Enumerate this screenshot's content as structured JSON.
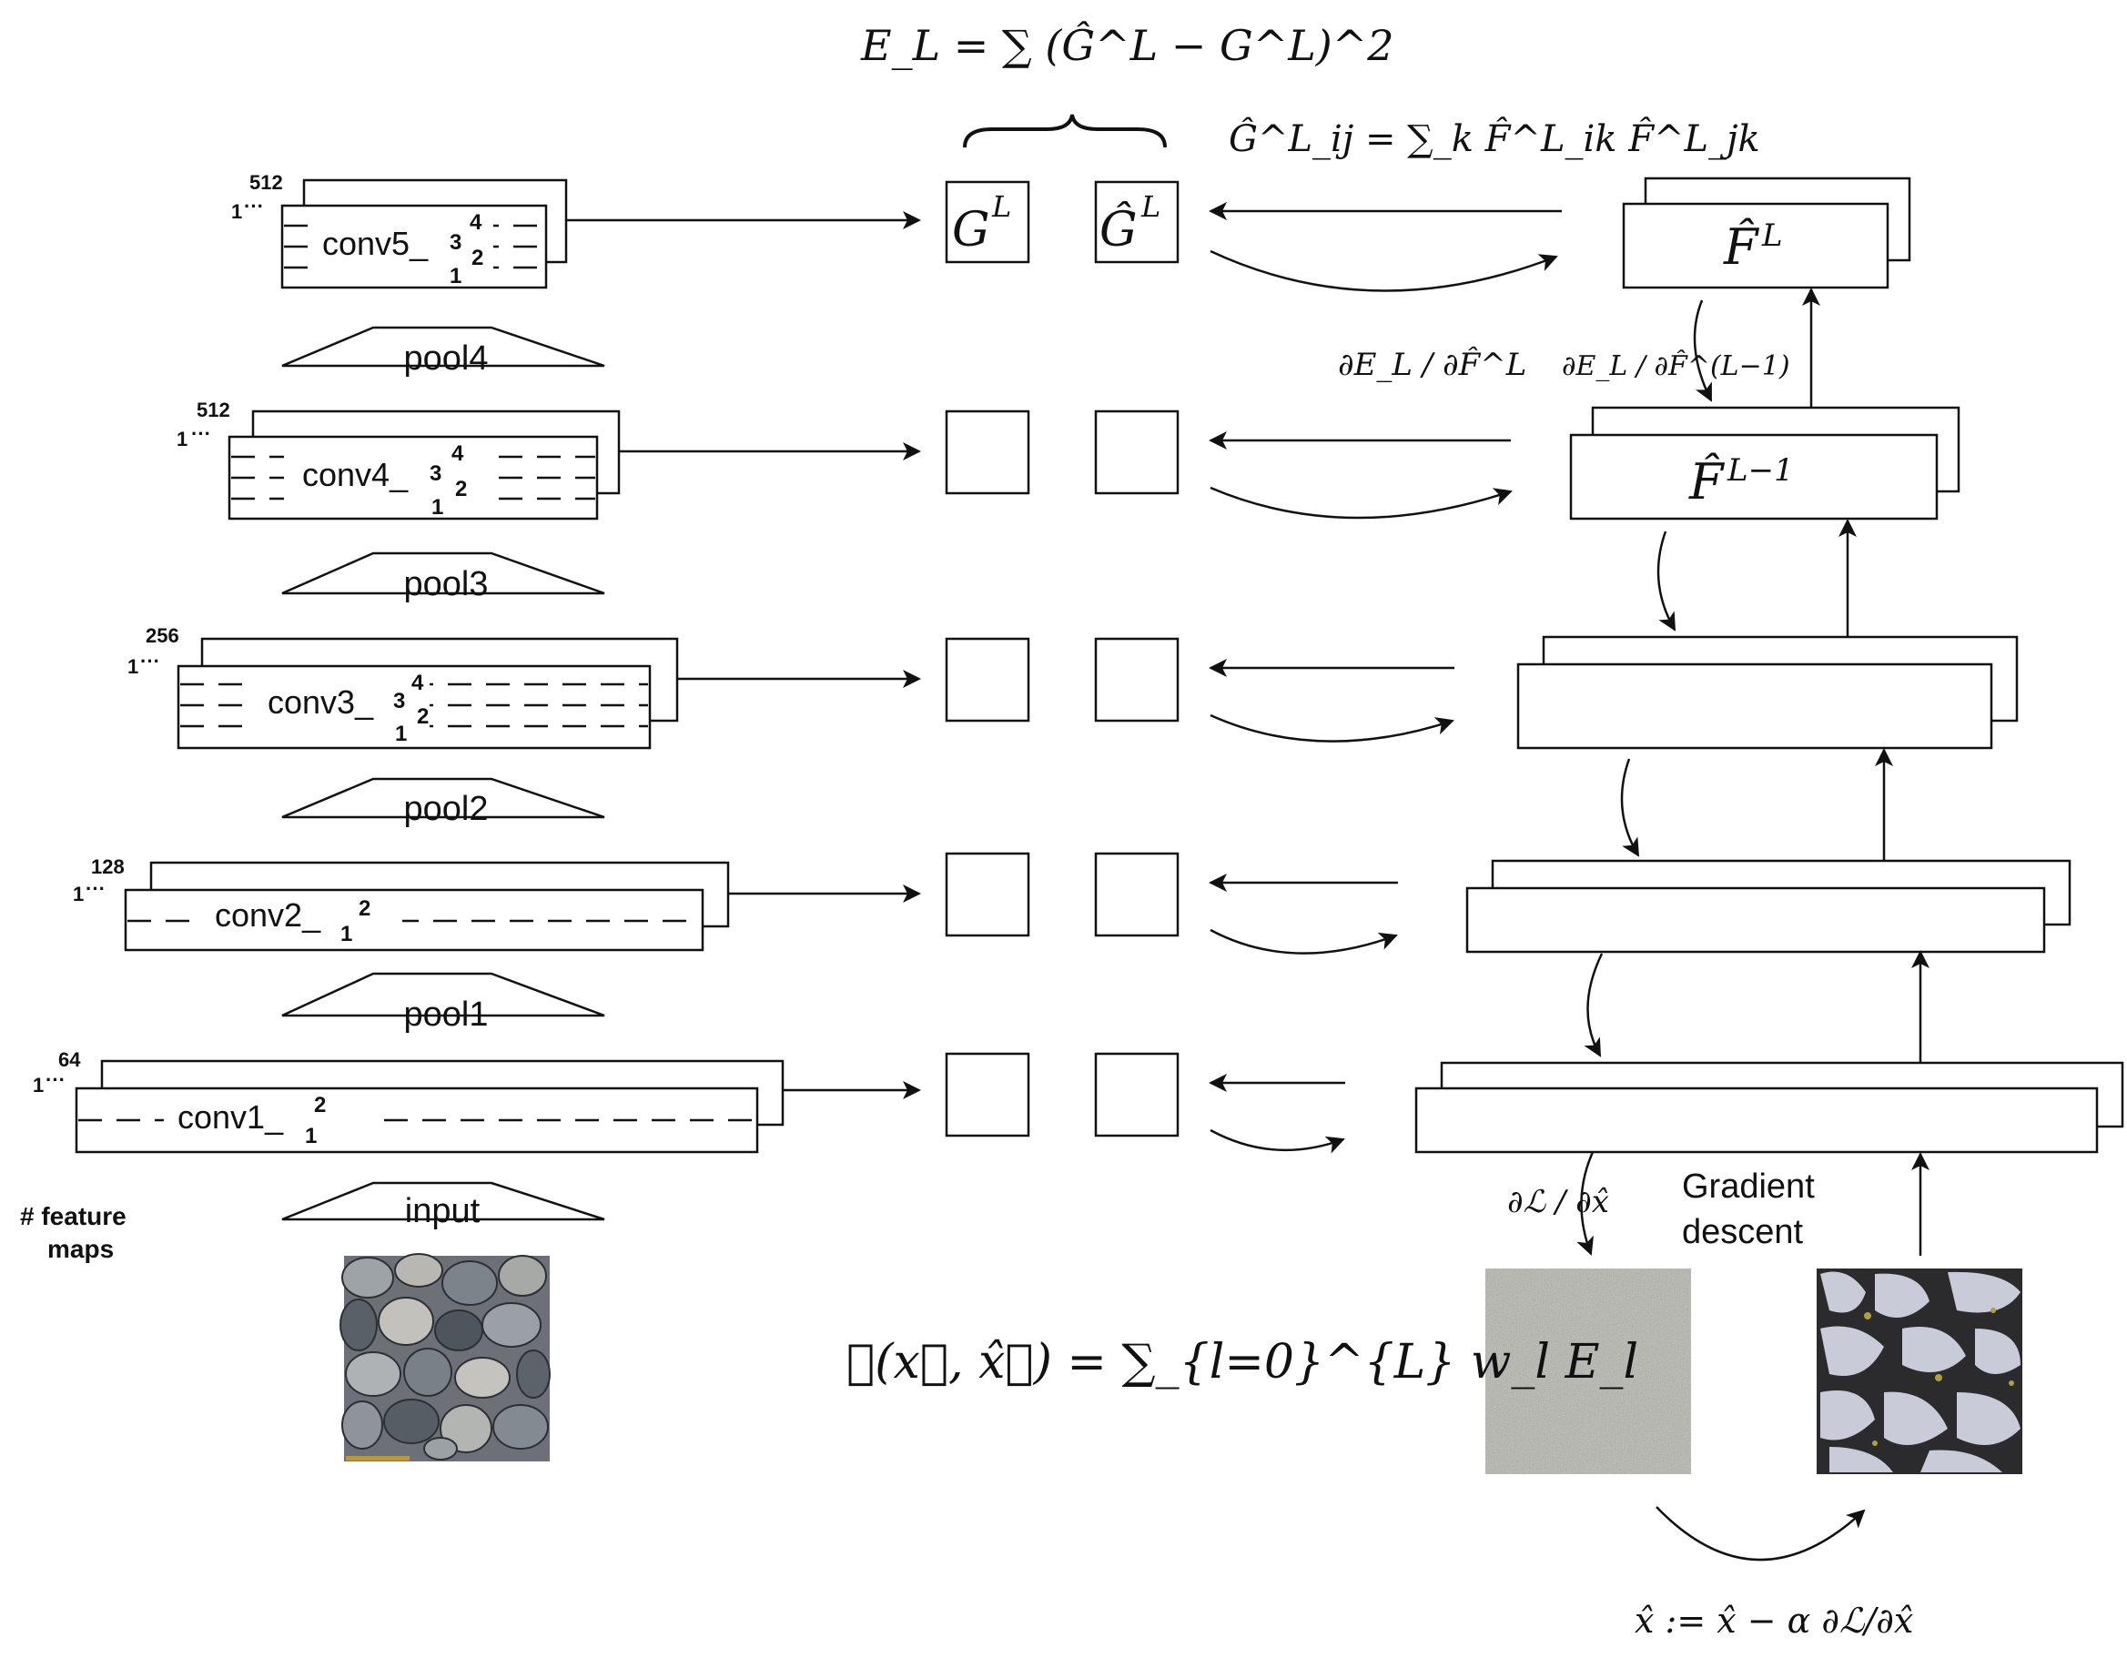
{
  "network": {
    "layers": [
      {
        "label": "conv1_",
        "sub": "1",
        "sup": "2",
        "maps_min": "1",
        "maps_max": "64"
      },
      {
        "label": "conv2_",
        "sub": "1",
        "sup": "2",
        "maps_min": "1",
        "maps_max": "128"
      },
      {
        "label": "conv3_",
        "sub": "1",
        "mid": "3",
        "sup": "4",
        "sub2": "2",
        "maps_min": "1",
        "maps_max": "256"
      },
      {
        "label": "conv4_",
        "sub": "1",
        "mid": "3",
        "sup": "4",
        "sub2": "2",
        "maps_min": "1",
        "maps_max": "512"
      },
      {
        "label": "conv5_",
        "sub": "1",
        "mid": "3",
        "sup": "4",
        "sub2": "2",
        "maps_min": "1",
        "maps_max": "512"
      }
    ],
    "pools": [
      "input",
      "pool1",
      "pool2",
      "pool3",
      "pool4"
    ],
    "ellipsis": "···",
    "feature_maps_label_1": "# feature",
    "feature_maps_label_2": "maps"
  },
  "gram": {
    "G_label": "G",
    "G_sup": "L",
    "Ghat_label": "Ĝ",
    "Ghat_sup": "L"
  },
  "equations": {
    "style_loss": "E_L = ∑ (Ĝ^L − G^L)^2",
    "gram_def": "Ĝ^L_ij = ∑_k F̂^L_ik F̂^L_jk",
    "dE_dF": "∂E_L / ∂F̂^L",
    "dE_dF_prev": "∂E_L / ∂F̂^(L−1)",
    "dL_dx": "∂ℒ / ∂x̂",
    "total_loss": "ℒ(x⃗, x̂⃗) = ∑_{l=0}^{L} w_l E_l",
    "update": "x̂ := x̂ − α ∂ℒ/∂x̂"
  },
  "synthesis": {
    "F_top": "F̂",
    "F_top_sup": "L",
    "F_prev": "F̂",
    "F_prev_sup": "L−1",
    "gradient_descent_1": "Gradient",
    "gradient_descent_2": "descent"
  },
  "colors": {
    "line": "#111111",
    "noise": "#7f7f77",
    "pebble_dark": "#4a4f55",
    "pebble_light": "#a9aeb3",
    "texture_bg": "#2a2a2a",
    "texture_blob": "#c9cbd8"
  }
}
